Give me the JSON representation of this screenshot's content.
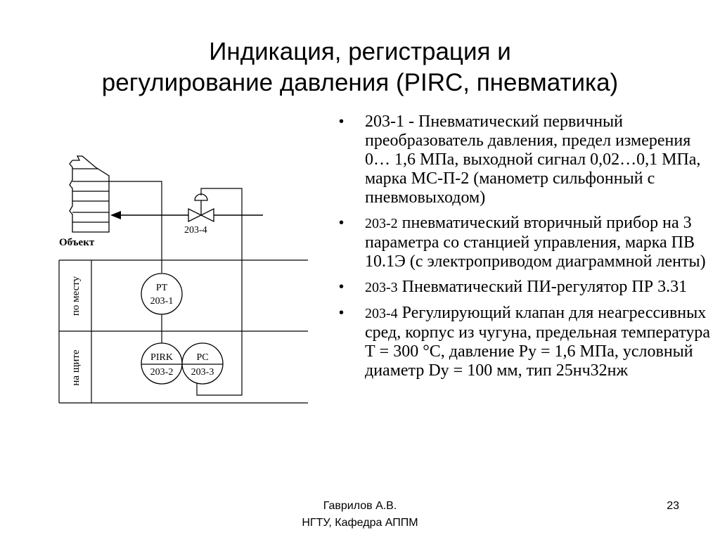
{
  "title": {
    "line1": "Индикация, регистрация и",
    "line2": "регулирование давления (PIRC, пневматика)"
  },
  "diagram": {
    "object_label": "Объект",
    "valve_tag": "203-4",
    "row_local": "по месту",
    "row_panel": "на щите",
    "instruments": [
      {
        "code": "PT",
        "tag": "203-1"
      },
      {
        "code": "PIRK",
        "tag": "203-2"
      },
      {
        "code": "PC",
        "tag": "203-3"
      }
    ]
  },
  "bullets": [
    {
      "code": "203-1",
      "text": " - Пневматический первичный преобразователь давления, предел измерения 0… 1,6 МПа, выходной сигнал 0,02…0,1 МПа, марка МС-П-2 (манометр сильфонный с пневмовыходом)"
    },
    {
      "code": "203-2",
      "text": " пневматический вторичный прибор на 3 параметра со станцией управления, марка ПВ 10.1Э (с электроприводом диаграммной ленты)"
    },
    {
      "code": "203-3",
      "text": " Пневматический ПИ-регулятор ПР 3.31"
    },
    {
      "code": "203-4",
      "text": " Регулирующий клапан для неагрессивных сред, корпус из чугуна, предельная температура Т = 300 °С, давление Ру = 1,6 МПа, условный диаметр Dу = 100 мм, тип 25нч32нж"
    }
  ],
  "footer": {
    "author": "Гаврилов А.В.",
    "affiliation": "НГТУ, Кафедра АППМ",
    "page": "23"
  }
}
